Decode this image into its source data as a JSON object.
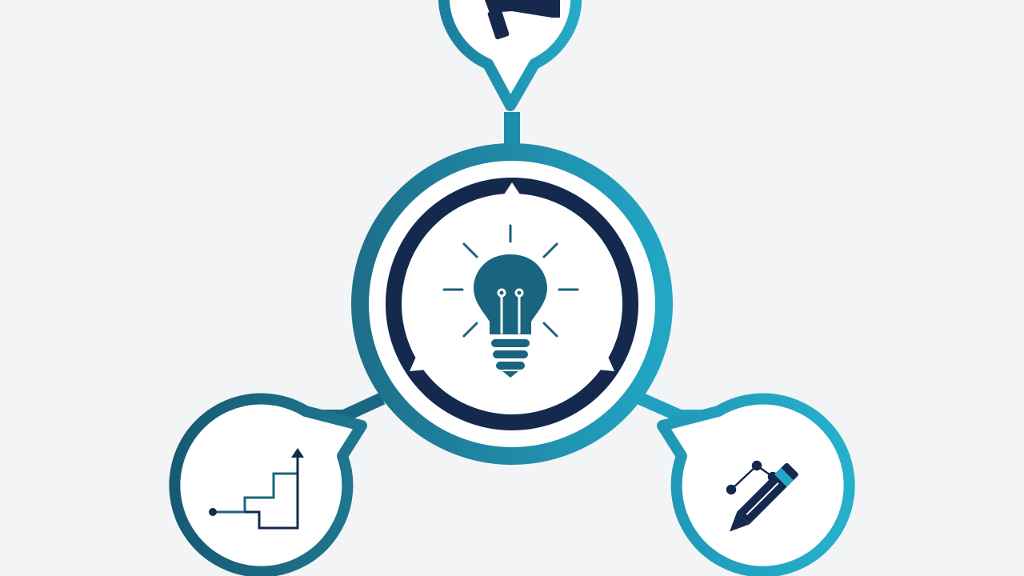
{
  "diagram": {
    "center": {
      "icon": "lightbulb-icon"
    },
    "nodes": [
      {
        "id": "top",
        "icon": "megaphone-icon"
      },
      {
        "id": "bottom-left",
        "icon": "growth-steps-icon"
      },
      {
        "id": "bottom-right",
        "icon": "pencil-icon"
      }
    ]
  },
  "colors": {
    "background": "#f3f4f5",
    "teal_dark": "#1e6f8a",
    "teal_light": "#22a6c4",
    "navy": "#14294d",
    "icon_teal": "#19647e"
  }
}
